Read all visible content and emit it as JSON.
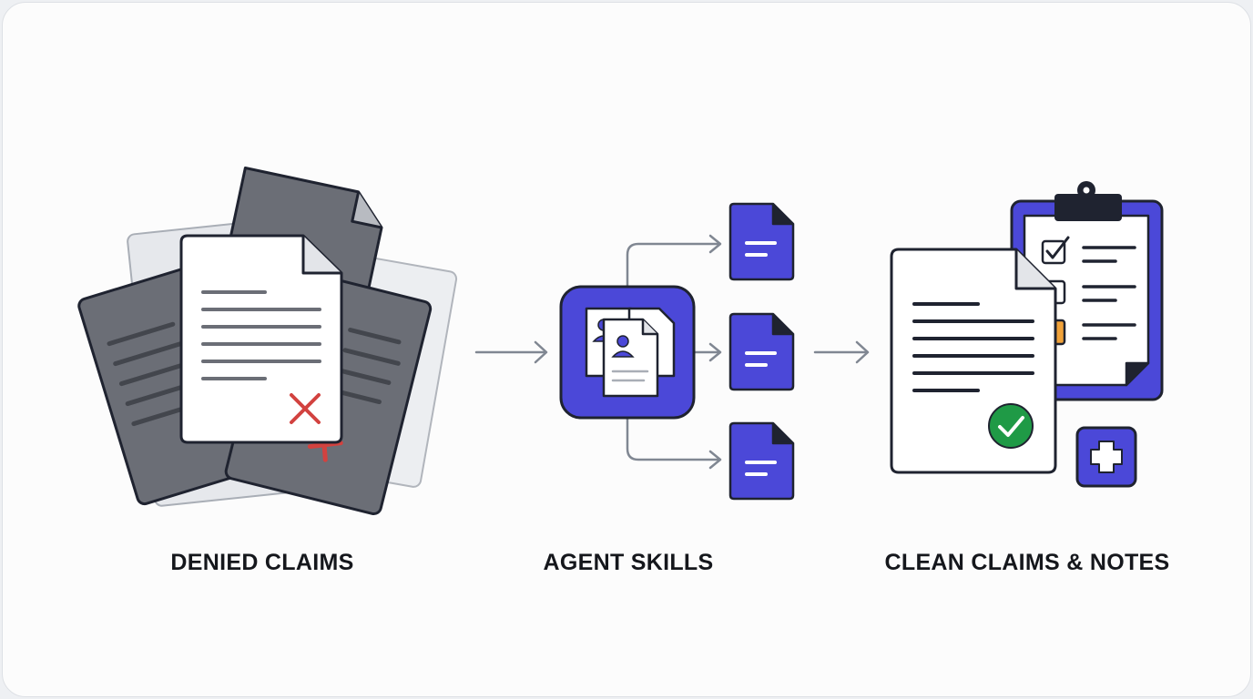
{
  "stages": [
    {
      "label": "DENIED CLAIMS",
      "icon": "denied-claims-stack-icon"
    },
    {
      "label": "AGENT SKILLS",
      "icon": "agent-skills-icon"
    },
    {
      "label": "CLEAN CLAIMS & NOTES",
      "icon": "clean-claims-clipboard-icon"
    }
  ],
  "colors": {
    "accent": "#4b48d8",
    "dark_page": "#6b6e76",
    "outline": "#1f2330",
    "reject": "#d2423f",
    "approve": "#1f9a46",
    "tab": "#f0a23a",
    "connector": "#808792"
  }
}
